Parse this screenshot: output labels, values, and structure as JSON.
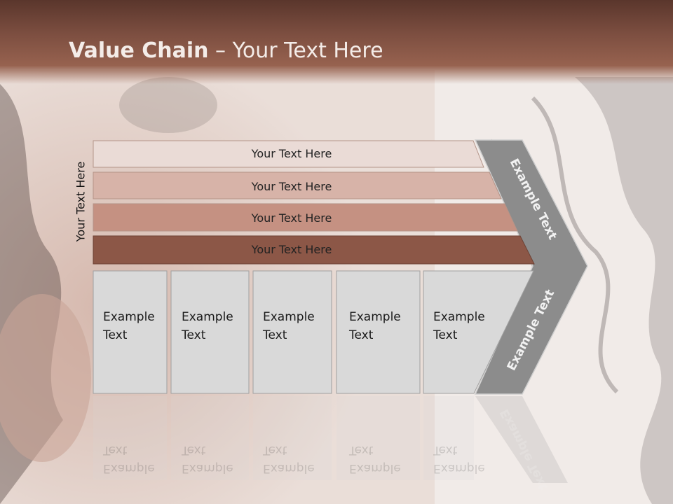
{
  "slide": {
    "title_bold": "Value Chain",
    "title_rest": " – Your Text Here",
    "side_label": "Your Text Here"
  },
  "rows": [
    {
      "label": "Your Text Here",
      "color": "#eadbd6"
    },
    {
      "label": "Your Text Here",
      "color": "#d7b3a8"
    },
    {
      "label": "Your Text Here",
      "color": "#c59182"
    },
    {
      "label": "Your Text Here",
      "color": "#8c5747"
    }
  ],
  "boxes": [
    {
      "line1": "Example",
      "line2": "Text"
    },
    {
      "line1": "Example",
      "line2": "Text"
    },
    {
      "line1": "Example",
      "line2": "Text"
    },
    {
      "line1": "Example",
      "line2": "Text"
    },
    {
      "line1": "Example",
      "line2": "Text"
    }
  ],
  "arrow": {
    "upper_label": "Example Text",
    "lower_label": "Example Text",
    "color": "#8c8c8c"
  }
}
